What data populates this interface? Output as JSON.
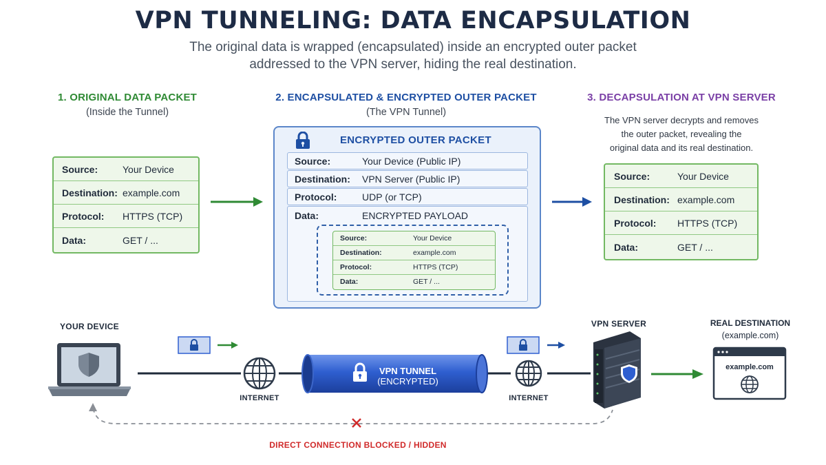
{
  "title": "VPN TUNNELING: DATA ENCAPSULATION",
  "subtitle_line1": "The original data is wrapped (encapsulated) inside an encrypted outer packet",
  "subtitle_line2": "addressed to the VPN server, hiding the real destination.",
  "section1": {
    "title": "1. ORIGINAL DATA PACKET",
    "subtitle": "(Inside the Tunnel)",
    "rows": [
      {
        "key": "Source:",
        "value": "Your Device"
      },
      {
        "key": "Destination:",
        "value": "example.com"
      },
      {
        "key": "Protocol:",
        "value": "HTTPS (TCP)"
      },
      {
        "key": "Data:",
        "value": "GET / ..."
      }
    ]
  },
  "section2": {
    "title": "2. ENCAPSULATED & ENCRYPTED OUTER PACKET",
    "subtitle": "(The VPN Tunnel)",
    "outer_title": "ENCRYPTED OUTER PACKET",
    "rows": [
      {
        "key": "Source:",
        "value": "Your Device (Public IP)"
      },
      {
        "key": "Destination:",
        "value": "VPN Server (Public IP)"
      },
      {
        "key": "Protocol:",
        "value": "UDP (or TCP)"
      },
      {
        "key": "Data:",
        "value": "ENCRYPTED PAYLOAD"
      }
    ],
    "inner_rows": [
      {
        "key": "Source:",
        "value": "Your Device"
      },
      {
        "key": "Destination:",
        "value": "example.com"
      },
      {
        "key": "Protocol:",
        "value": "HTTPS (TCP)"
      },
      {
        "key": "Data:",
        "value": "GET / ..."
      }
    ]
  },
  "section3": {
    "title": "3. DECAPSULATION AT VPN SERVER",
    "desc_line1": "The VPN server decrypts and removes",
    "desc_line2": "the outer packet, revealing the",
    "desc_line3": "original data and its real destination.",
    "rows": [
      {
        "key": "Source:",
        "value": "Your Device"
      },
      {
        "key": "Destination:",
        "value": "example.com"
      },
      {
        "key": "Protocol:",
        "value": "HTTPS (TCP)"
      },
      {
        "key": "Data:",
        "value": "GET / ..."
      }
    ]
  },
  "bottom": {
    "your_device": "YOUR DEVICE",
    "internet_left": "INTERNET",
    "internet_right": "INTERNET",
    "tunnel_line1": "VPN TUNNEL",
    "tunnel_line2": "(ENCRYPTED)",
    "vpn_server": "VPN SERVER",
    "real_dest_line1": "REAL DESTINATION",
    "real_dest_line2": "(example.com)",
    "browser_text": "example.com",
    "blocked": "DIRECT CONNECTION BLOCKED / HIDDEN"
  },
  "colors": {
    "green": "#2f8a34",
    "blue": "#1e4fa3",
    "purple": "#7a3fa6",
    "red": "#d02a2a",
    "tunnel": "#2f5fd0"
  },
  "icons": [
    "lock-icon",
    "shield-icon",
    "globe-icon",
    "laptop-icon",
    "server-icon",
    "browser-icon",
    "arrow-right-icon",
    "blocked-x-icon"
  ]
}
